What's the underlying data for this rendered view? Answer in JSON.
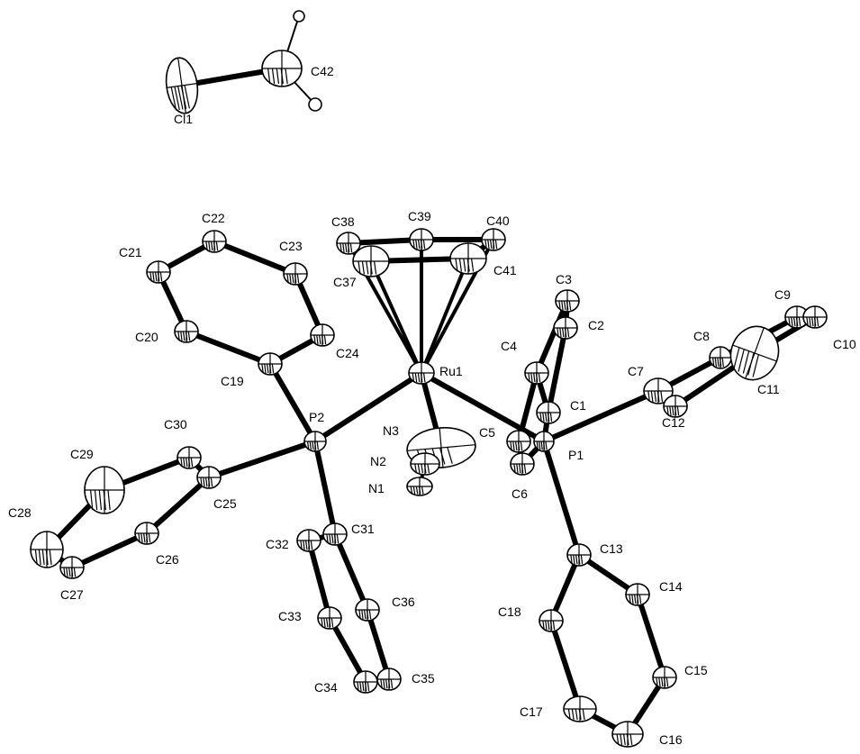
{
  "figure": {
    "atoms": [
      {
        "id": "Cl1",
        "label": "Cl1"
      },
      {
        "id": "C42",
        "label": "C42"
      },
      {
        "id": "C38",
        "label": "C38"
      },
      {
        "id": "C39",
        "label": "C39"
      },
      {
        "id": "C40",
        "label": "C40"
      },
      {
        "id": "C37",
        "label": "C37"
      },
      {
        "id": "C41",
        "label": "C41"
      },
      {
        "id": "Ru1",
        "label": "Ru1"
      },
      {
        "id": "C22",
        "label": "C22"
      },
      {
        "id": "C23",
        "label": "C23"
      },
      {
        "id": "C21",
        "label": "C21"
      },
      {
        "id": "C20",
        "label": "C20"
      },
      {
        "id": "C24",
        "label": "C24"
      },
      {
        "id": "C19",
        "label": "C19"
      },
      {
        "id": "P2",
        "label": "P2"
      },
      {
        "id": "C30",
        "label": "C30"
      },
      {
        "id": "C29",
        "label": "C29"
      },
      {
        "id": "C25",
        "label": "C25"
      },
      {
        "id": "C28",
        "label": "C28"
      },
      {
        "id": "C26",
        "label": "C26"
      },
      {
        "id": "C27",
        "label": "C27"
      },
      {
        "id": "N3",
        "label": "N3"
      },
      {
        "id": "N2",
        "label": "N2"
      },
      {
        "id": "N1",
        "label": "N1"
      },
      {
        "id": "C31",
        "label": "C31"
      },
      {
        "id": "C32",
        "label": "C32"
      },
      {
        "id": "C33",
        "label": "C33"
      },
      {
        "id": "C36",
        "label": "C36"
      },
      {
        "id": "C34",
        "label": "C34"
      },
      {
        "id": "C35",
        "label": "C35"
      },
      {
        "id": "C3",
        "label": "C3"
      },
      {
        "id": "C2",
        "label": "C2"
      },
      {
        "id": "C4",
        "label": "C4"
      },
      {
        "id": "C1",
        "label": "C1"
      },
      {
        "id": "C5",
        "label": "C5"
      },
      {
        "id": "C6",
        "label": "C6"
      },
      {
        "id": "P1",
        "label": "P1"
      },
      {
        "id": "C7",
        "label": "C7"
      },
      {
        "id": "C8",
        "label": "C8"
      },
      {
        "id": "C9",
        "label": "C9"
      },
      {
        "id": "C10",
        "label": "C10"
      },
      {
        "id": "C11",
        "label": "C11"
      },
      {
        "id": "C12",
        "label": "C12"
      },
      {
        "id": "C13",
        "label": "C13"
      },
      {
        "id": "C14",
        "label": "C14"
      },
      {
        "id": "C18",
        "label": "C18"
      },
      {
        "id": "C15",
        "label": "C15"
      },
      {
        "id": "C17",
        "label": "C17"
      },
      {
        "id": "C16",
        "label": "C16"
      }
    ]
  }
}
